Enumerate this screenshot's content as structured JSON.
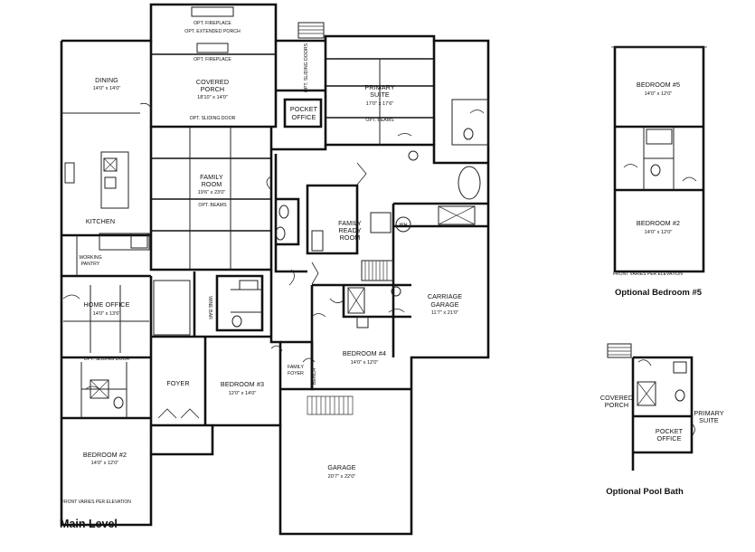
{
  "captions": {
    "main_level": "Main Level",
    "optional_bedroom5": "Optional Bedroom #5",
    "optional_pool_bath": "Optional Pool Bath"
  },
  "notes": {
    "front_varies_main": "FRONT VARIES PER ELEVATION",
    "front_varies_opt": "FRONT VARIES PER ELEVATION",
    "opt_fireplace_top": "OPT. FIREPLACE",
    "opt_extended_porch": "OPT. EXTENDED PORCH",
    "opt_fireplace_porch": "OPT. FIREPLACE",
    "opt_sliding_door": "OPT. SLIDING DOOR",
    "opt_beams_family": "OPT. BEAMS",
    "opt_beams_primary": "OPT. BEAMS",
    "opt_sliding_doors_side": "OPT. SLIDING DOORS",
    "opt_sliding_door_office": "OPT. SLIDING DOOR",
    "wine_bar": "WINE BAR",
    "bench": "BENCH"
  },
  "rooms": {
    "dining": {
      "name": "DINING",
      "dim": "14'0\" x 14'0\""
    },
    "covered_porch": {
      "name": "COVERED\nPORCH",
      "line1": "COVERED",
      "line2": "PORCH",
      "dim": "18'10\" x 14'0\""
    },
    "pocket_office": {
      "line1": "POCKET",
      "line2": "OFFICE"
    },
    "primary_suite": {
      "line1": "PRIMARY",
      "line2": "SUITE",
      "dim": "17'0\" x 17'6\""
    },
    "family_room": {
      "line1": "FAMILY",
      "line2": "ROOM",
      "dim": "19'6\" x 23'0\""
    },
    "kitchen": {
      "name": "KITCHEN"
    },
    "working_pantry": {
      "line1": "WORKING",
      "line2": "PANTRY"
    },
    "family_ready_room": {
      "line1": "FAMILY",
      "line2": "READY",
      "line3": "ROOM"
    },
    "wh": {
      "name": "WH"
    },
    "home_office": {
      "name": "HOME OFFICE",
      "dim": "14'0\" x 13'6\""
    },
    "carriage_garage": {
      "line1": "CARRIAGE",
      "line2": "GARAGE",
      "dim": "11'7\" x 21'0\""
    },
    "foyer": {
      "name": "FOYER"
    },
    "bedroom3": {
      "name": "BEDROOM #3",
      "dim": "12'0\" x 14'0\""
    },
    "family_foyer": {
      "line1": "FAMILY",
      "line2": "FOYER"
    },
    "bedroom4": {
      "name": "BEDROOM #4",
      "dim": "14'0\" x 12'0\""
    },
    "bedroom2": {
      "name": "BEDROOM #2",
      "dim": "14'0\" x 12'0\""
    },
    "garage": {
      "name": "GARAGE",
      "dim": "20'7\" x 22'0\""
    },
    "opt_bedroom5": {
      "name": "BEDROOM #5",
      "dim": "14'0\" x 12'0\""
    },
    "opt_bedroom2": {
      "name": "BEDROOM #2",
      "dim": "14'0\" x 12'0\""
    },
    "pool_covered_porch": {
      "line1": "COVERED",
      "line2": "PORCH"
    },
    "pool_pocket_office": {
      "line1": "POCKET",
      "line2": "OFFICE"
    },
    "pool_primary_suite": {
      "line1": "PRIMARY",
      "line2": "SUITE"
    }
  }
}
